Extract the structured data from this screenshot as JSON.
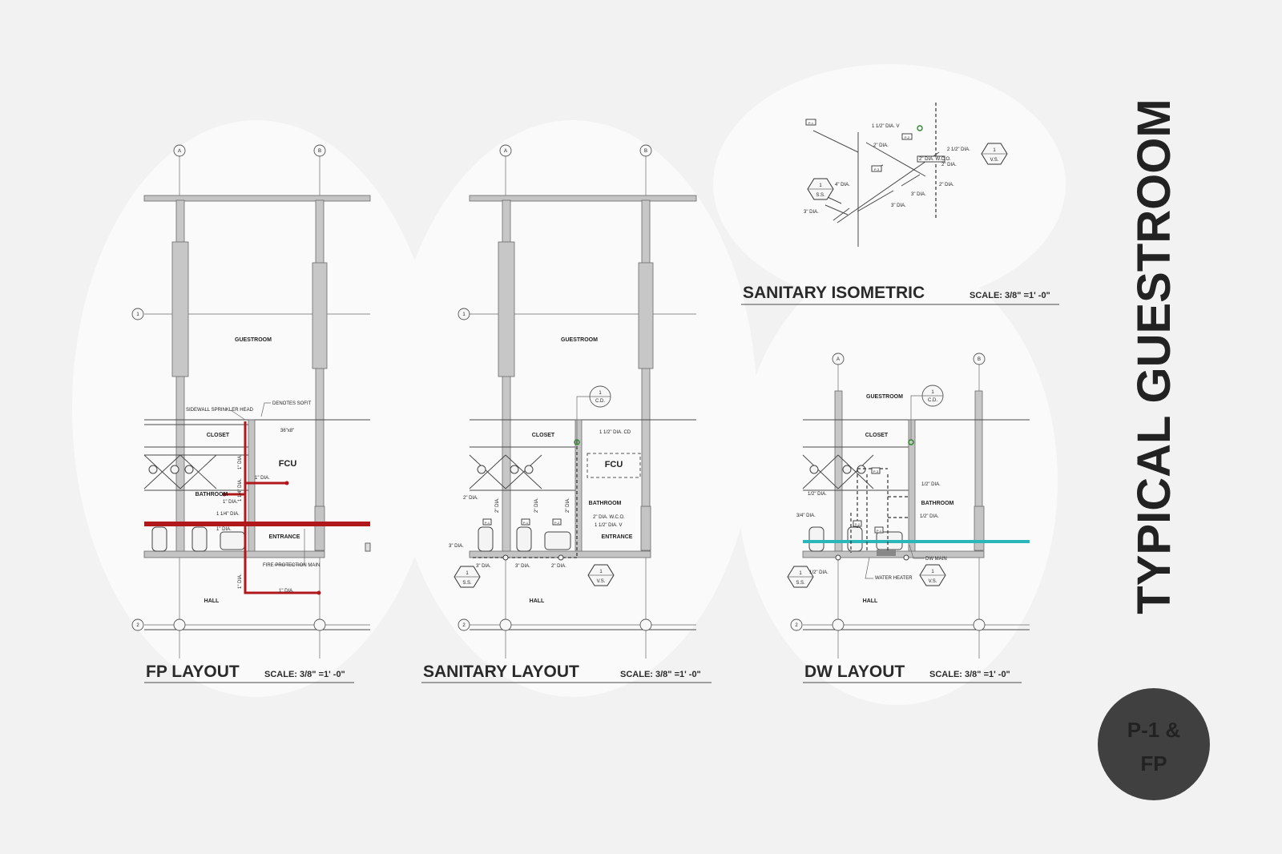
{
  "sheet": {
    "side_title": "TYPICAL GUESTROOM",
    "badge_line1": "P-1 &",
    "badge_line2": "FP"
  },
  "grid_labels": {
    "a": "A",
    "b": "B",
    "one": "1",
    "two": "2"
  },
  "rooms": {
    "guestroom": "GUESTROOM",
    "closet": "CLOSET",
    "bathroom": "BATHROOM",
    "entrance": "ENTRANCE",
    "hall": "HALL",
    "fcu": "FCU"
  },
  "fp_layout": {
    "title": "FP LAYOUT",
    "scale": "SCALE: 3/8\" =1' -0\"",
    "notes": {
      "sprinkler": "SIDEWALL SPRINKLER HEAD",
      "soffit": "DENOTES SOFIT",
      "dim": "36\"x8\"",
      "fp_main": "FIRE PROTECTION MAIN",
      "d1": "1\" DIA.",
      "d2": "1\" DIA.",
      "d3": "1 1/4\" DIA.",
      "d4": "1\" DIA.",
      "d5": "1\" DIA.",
      "d6": "1\" DIA.",
      "d7": "1 1/4\" DIA.",
      "d8": "1\" DIA."
    }
  },
  "sanitary_layout": {
    "title": "SANITARY LAYOUT",
    "scale": "SCALE: 3/8\" =1' -0\"",
    "notes": {
      "cd": "1 1/2\" DIA. CD",
      "wco": "2\" DIA. W.C.O.",
      "v": "1 1/2\" DIA. V",
      "d2a": "2\" DIA.",
      "d3a": "3\" DIA.",
      "d3b": "3\" DIA.",
      "d3c": "3\" DIA.",
      "d2b": "2\" DIA.",
      "d2c": "2\" DIA.",
      "d2d": "2\" DIA.",
      "d2e": "2\" DIA."
    },
    "tags": {
      "cd_num": "1",
      "cd_txt": "C.D.",
      "ss_num": "1",
      "ss_txt": "S.S.",
      "vs_num": "1",
      "vs_txt": "V.S."
    },
    "fixtures": [
      "P-1",
      "P-1",
      "P-2"
    ]
  },
  "isometric": {
    "title": "SANITARY ISOMETRIC",
    "scale": "SCALE: 3/8\" =1' -0\"",
    "notes": {
      "v": "1 1/2\" DIA. V",
      "d2a": "2\" DIA.",
      "wco": "2\" DIA. W.C.O.",
      "d212": "2 1/2\" DIA.",
      "d2b": "2\" DIA.",
      "d2c": "2\" DIA.",
      "d4": "4\" DIA.",
      "d3a": "3\" DIA.",
      "d3b": "3\" DIA.",
      "d3c": "3\" DIA."
    },
    "tags": {
      "ss_num": "1",
      "ss_txt": "S.S.",
      "vs_num": "1",
      "vs_txt": "V.S."
    },
    "fixtures": [
      "P-1",
      "P-2",
      "P-3",
      "P-2"
    ]
  },
  "dw_layout": {
    "title": "DW LAYOUT",
    "scale": "SCALE: 3/8\" =1' -0\"",
    "notes": {
      "d12a": "1/2\" DIA.",
      "d12b": "1/2\" DIA.",
      "d12c": "1/2\" DIA.",
      "d12d": "1/2\" DIA.",
      "d34": "3/4\" DIA.",
      "wh": "WATER HEATER",
      "dw_main": "DW MAIN"
    },
    "tags": {
      "cd_num": "1",
      "cd_txt": "C.D.",
      "ss_num": "1",
      "ss_txt": "S.S.",
      "vs_num": "1",
      "vs_txt": "V.S."
    },
    "fixtures": [
      "P-3",
      "P-2",
      "P-1"
    ]
  }
}
